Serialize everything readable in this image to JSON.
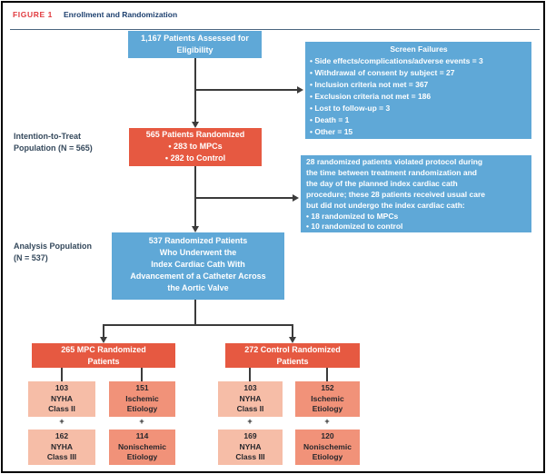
{
  "figure": {
    "label": "FIGURE 1",
    "title": "Enrollment and Randomization"
  },
  "left_labels": {
    "itt": "Intention-to-Treat\nPopulation (N = 565)",
    "analysis": "Analysis Population\n(N = 537)"
  },
  "flow": {
    "assessed": "1,167 Patients Assessed for\nEligibility",
    "screen_failures": {
      "heading": "Screen Failures",
      "items": [
        "• Side effects/complications/adverse events = 3",
        "• Withdrawal of consent by subject = 27",
        "• Inclusion criteria not met = 367",
        "• Exclusion criteria not met = 186",
        "• Lost to follow-up = 3",
        "• Death = 1",
        "• Other = 15"
      ]
    },
    "randomized": "565 Patients Randomized\n• 283 to MPCs\n• 282 to Control",
    "protocol_violation": "28 randomized patients violated protocol during\nthe time between treatment randomization and\nthe day of the planned index cardiac cath\nprocedure; these 28 patients received usual care\nbut did not undergo the index cardiac cath:\n• 18 randomized to MPCs\n• 10 randomized to control",
    "analysis_population": "537 Randomized Patients\nWho Underwent the\nIndex Cardiac Cath With\nAdvancement of a Catheter Across\nthe Aortic Valve"
  },
  "groups": [
    {
      "header": "265 MPC Randomized\nPatients",
      "plus": "+",
      "cells": [
        {
          "value": "103",
          "label": "NYHA\nClass II"
        },
        {
          "value": "151",
          "label": "Ischemic\nEtiology"
        },
        {
          "value": "162",
          "label": "NYHA\nClass III"
        },
        {
          "value": "114",
          "label": "Nonischemic\nEtiology"
        }
      ]
    },
    {
      "header": "272 Control Randomized\nPatients",
      "plus": "+",
      "cells": [
        {
          "value": "103",
          "label": "NYHA\nClass II"
        },
        {
          "value": "152",
          "label": "Ischemic\nEtiology"
        },
        {
          "value": "169",
          "label": "NYHA\nClass III"
        },
        {
          "value": "120",
          "label": "Nonischemic\nEtiology"
        }
      ]
    }
  ],
  "colors": {
    "blue": "#5fa8d7",
    "red": "#e65941",
    "salmon_light": "#f6bda7",
    "salmon_dark": "#f19279",
    "figure_label_red": "#e03a3e",
    "navy": "#1c3f6e"
  }
}
